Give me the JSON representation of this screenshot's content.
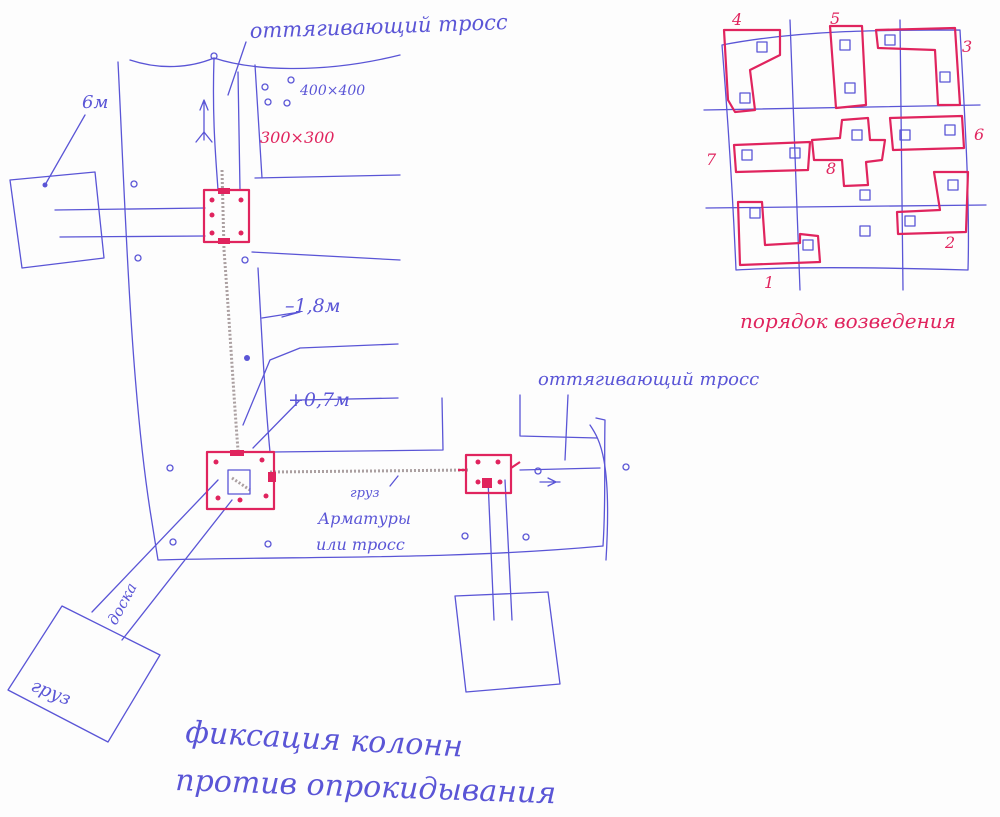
{
  "labels": {
    "cable_top": "оттягивающий тросс",
    "cable_right": "оттягивающий тросс",
    "dim_400": "400×400",
    "dim_300": "300×300",
    "six_m": "6м",
    "minus_18": "–1,8м",
    "plus_07": "+0,7м",
    "weight_line1": "груз",
    "weight_line2": "Арматуры",
    "weight_line3": "или тросс",
    "plank": "доска",
    "load": "груз",
    "caption_line1": "фиксация колонн",
    "caption_line2": "против опрокидывания"
  },
  "sequence": {
    "title": "порядок возведения",
    "numbers": [
      "1",
      "2",
      "3",
      "4",
      "5",
      "6",
      "7",
      "8"
    ]
  },
  "colors": {
    "ink_blue": "#5a55d6",
    "ink_red": "#e0245e",
    "pencil": "#9c8f90"
  }
}
